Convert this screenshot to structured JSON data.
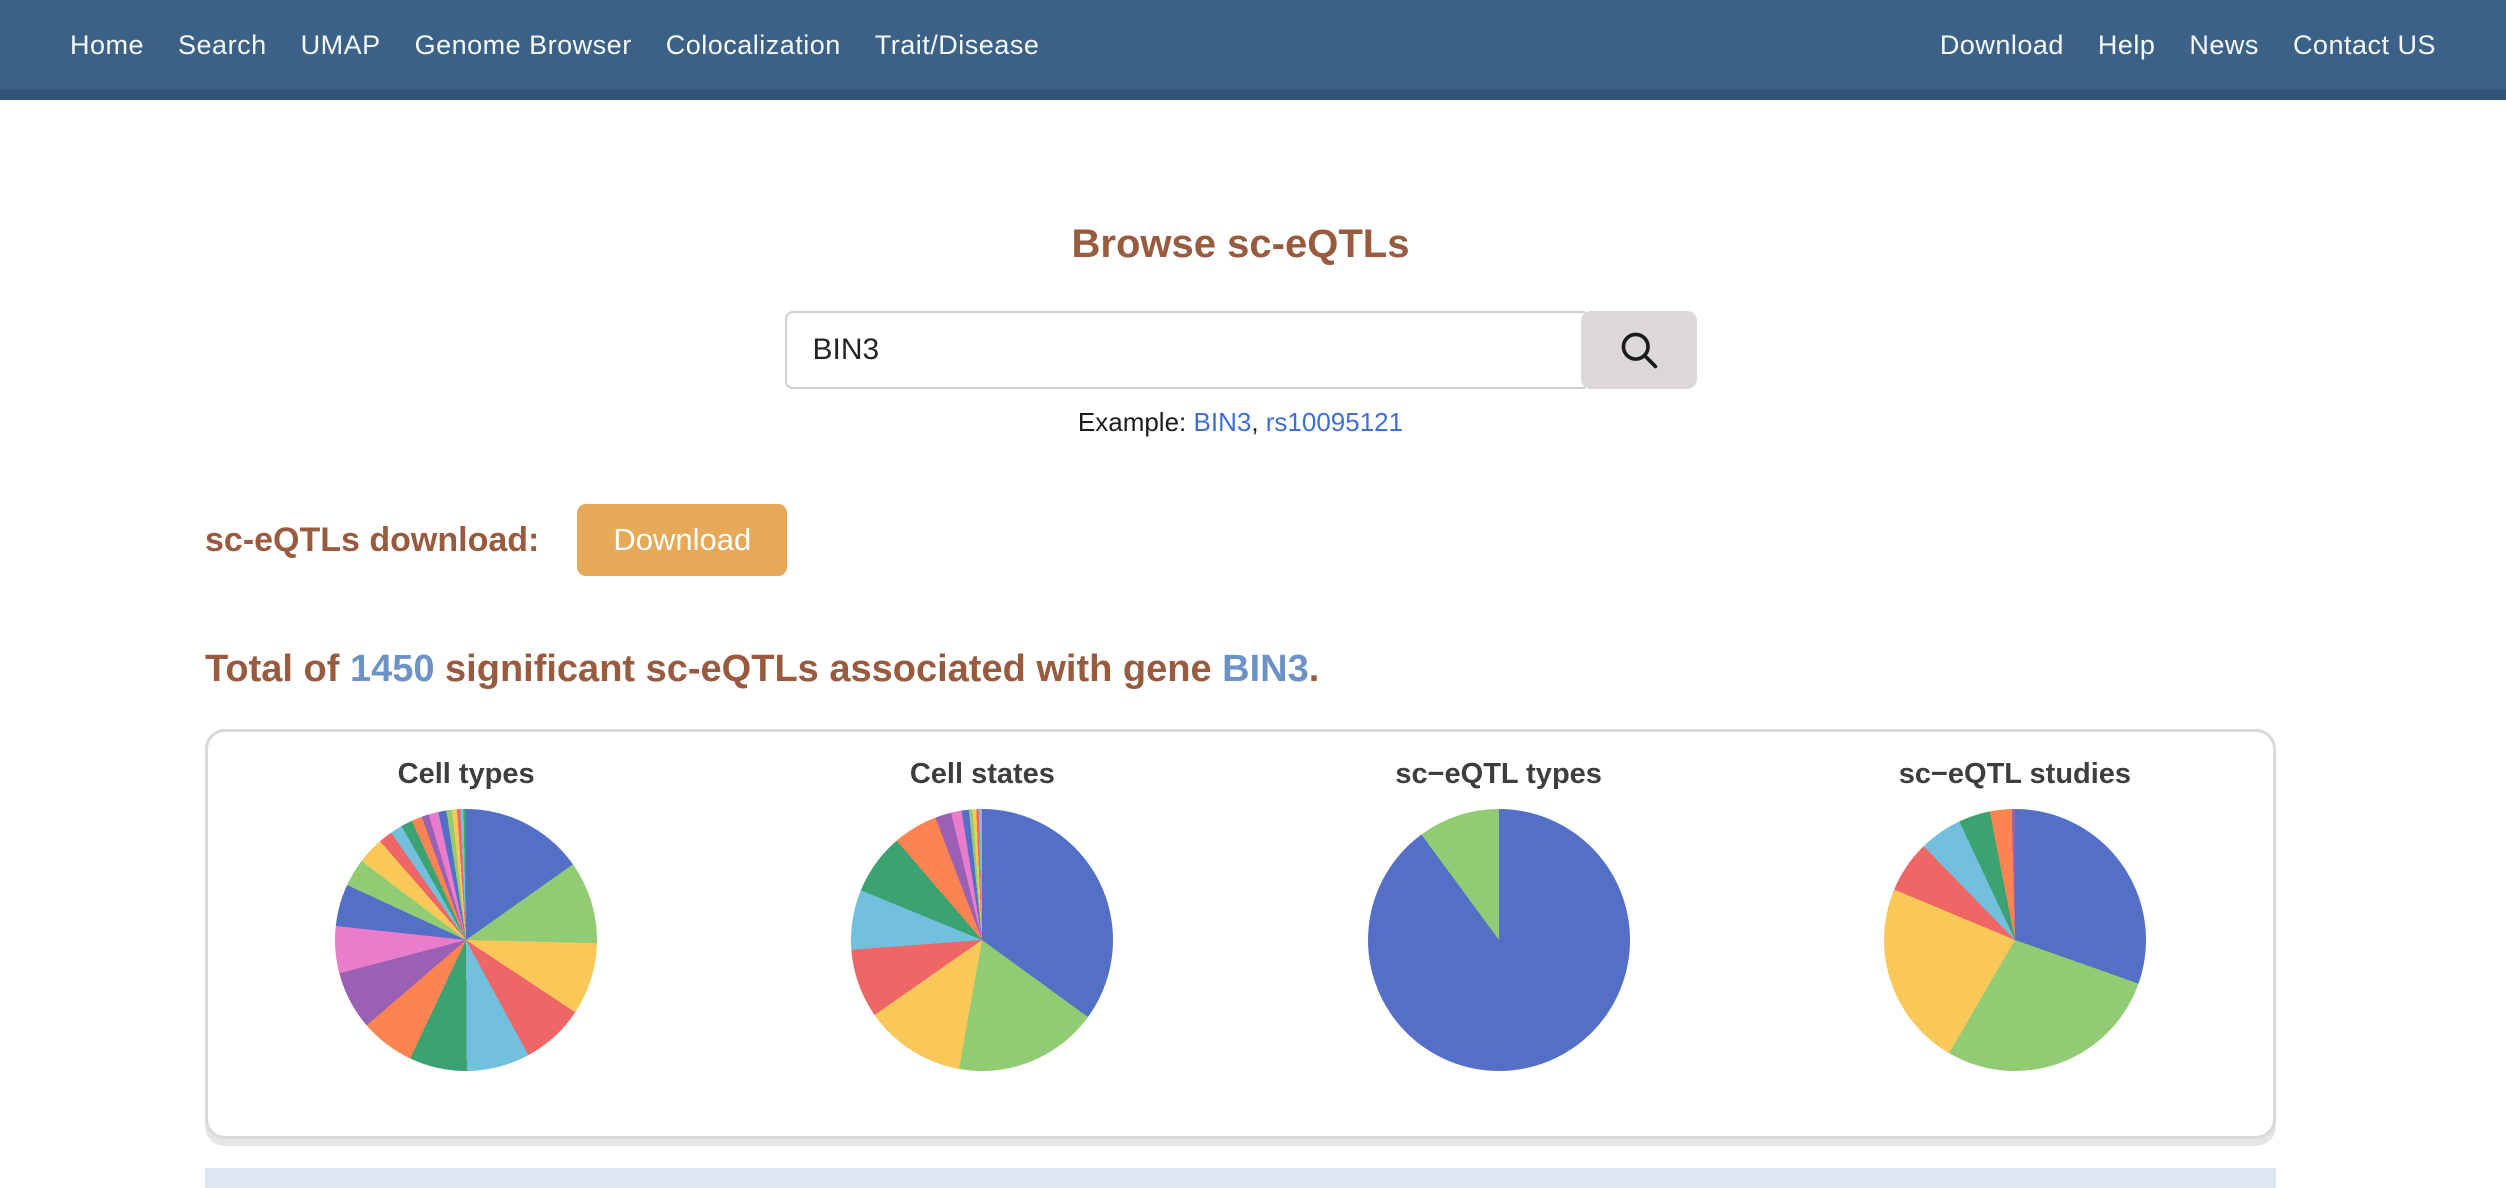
{
  "nav": {
    "left_items": [
      {
        "label": "Home"
      },
      {
        "label": "Search"
      },
      {
        "label": "UMAP"
      },
      {
        "label": "Genome Browser"
      },
      {
        "label": "Colocalization"
      },
      {
        "label": "Trait/Disease"
      }
    ],
    "right_items": [
      {
        "label": "Download"
      },
      {
        "label": "Help"
      },
      {
        "label": "News"
      },
      {
        "label": "Contact US"
      }
    ]
  },
  "search_section": {
    "title": "Browse sc-eQTLs",
    "input_value": "BIN3",
    "example_prefix": "Example: ",
    "example_link1": "BIN3",
    "example_separator": ", ",
    "example_link2": "rs10095121"
  },
  "download_section": {
    "label": "sc-eQTLs download:",
    "button_label": "Download"
  },
  "summary": {
    "prefix": "Total of ",
    "count": "1450",
    "middle": " significant sc-eQTLs associated with gene ",
    "gene": "BIN3",
    "suffix": "."
  },
  "colors": {
    "navbar_bg": "#3c6187",
    "navbar_border": "#315478",
    "brown_heading": "#9a5a3e",
    "steel_blue_highlight": "#6d92c6",
    "link_blue": "#3d6fd7",
    "download_button": "#e7a958",
    "search_button_bg": "#dcd8d9",
    "panel_border": "#d9d9d9",
    "bottom_strip": "#dee7f1",
    "palette": [
      "#5470c6",
      "#91cc75",
      "#fac858",
      "#ee6666",
      "#73c0de",
      "#3ba272",
      "#fc8452",
      "#9a60b4",
      "#ea7ccc"
    ]
  },
  "chart_data": [
    {
      "type": "pie",
      "title": "Cell types",
      "legend": "none",
      "values_pct": [
        15.2,
        10.2,
        8.9,
        7.8,
        7.8,
        7.1,
        6.7,
        7.2,
        5.8,
        5.2,
        3.4,
        3.3,
        1.7,
        1.5,
        1.4,
        1.3,
        0.9,
        1.2,
        1.0,
        0.7,
        0.6,
        0.4,
        0.4,
        0.3
      ]
    },
    {
      "type": "pie",
      "title": "Cell states",
      "legend": "none",
      "values_pct": [
        35.0,
        17.8,
        12.5,
        8.5,
        7.4,
        7.5,
        5.5,
        2.0,
        1.3,
        0.9,
        0.45,
        0.45,
        0.3,
        0.4
      ]
    },
    {
      "type": "pie",
      "title": "sc−eQTL types",
      "legend": "none",
      "values_pct": [
        89.9,
        10.1
      ]
    },
    {
      "type": "pie",
      "title": "sc−eQTL studies",
      "legend": "none",
      "values_pct": [
        30.4,
        28.0,
        22.9,
        6.4,
        5.3,
        3.9,
        2.7,
        0.4
      ]
    }
  ]
}
